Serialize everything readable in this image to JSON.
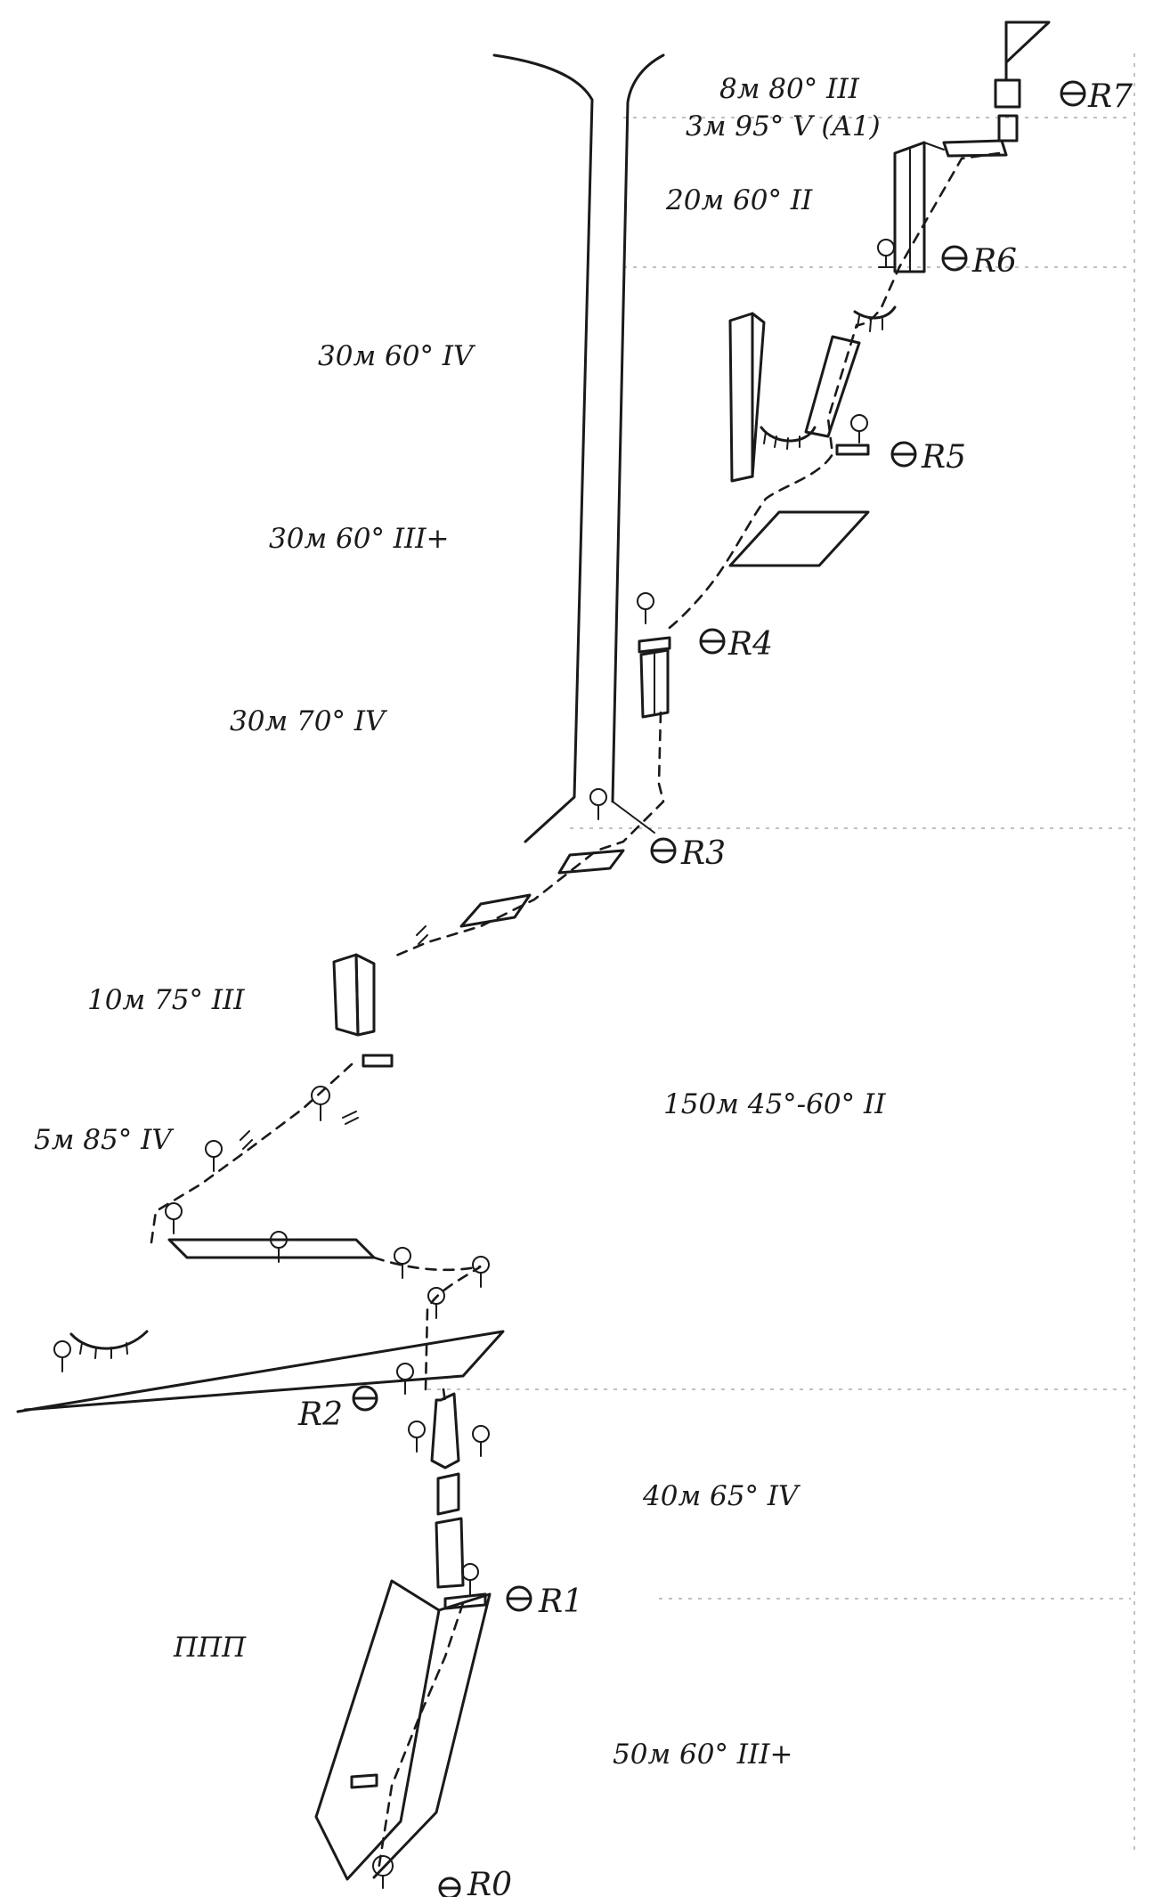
{
  "pitches": [
    {
      "id": "p-top-a",
      "text": "8м 80° III"
    },
    {
      "id": "p-top-b",
      "text": "3м 95° V (A1)"
    },
    {
      "id": "p-20m",
      "text": "20м 60° II"
    },
    {
      "id": "p-30m-a",
      "text": "30м 60° IV"
    },
    {
      "id": "p-30m-b",
      "text": "30м 60° III+"
    },
    {
      "id": "p-30m-c",
      "text": "30м 70° IV"
    },
    {
      "id": "p-10m",
      "text": "10м 75° III"
    },
    {
      "id": "p-150m",
      "text": "150м 45°-60° II"
    },
    {
      "id": "p-5m",
      "text": "5м 85° IV"
    },
    {
      "id": "p-40m",
      "text": "40м 65° IV"
    },
    {
      "id": "p-50m",
      "text": "50м 60° III+"
    }
  ],
  "stations": [
    {
      "id": "r7",
      "label": "R7"
    },
    {
      "id": "r6",
      "label": "R6"
    },
    {
      "id": "r5",
      "label": "R5"
    },
    {
      "id": "r4",
      "label": "R4"
    },
    {
      "id": "r3",
      "label": "R3"
    },
    {
      "id": "r2",
      "label": "R2"
    },
    {
      "id": "r1",
      "label": "R1"
    },
    {
      "id": "r0",
      "label": "R0"
    }
  ],
  "legend_protection": "ПΠΠ",
  "colors": {
    "ink": "#1a1a1a",
    "paper": "#ffffff"
  }
}
